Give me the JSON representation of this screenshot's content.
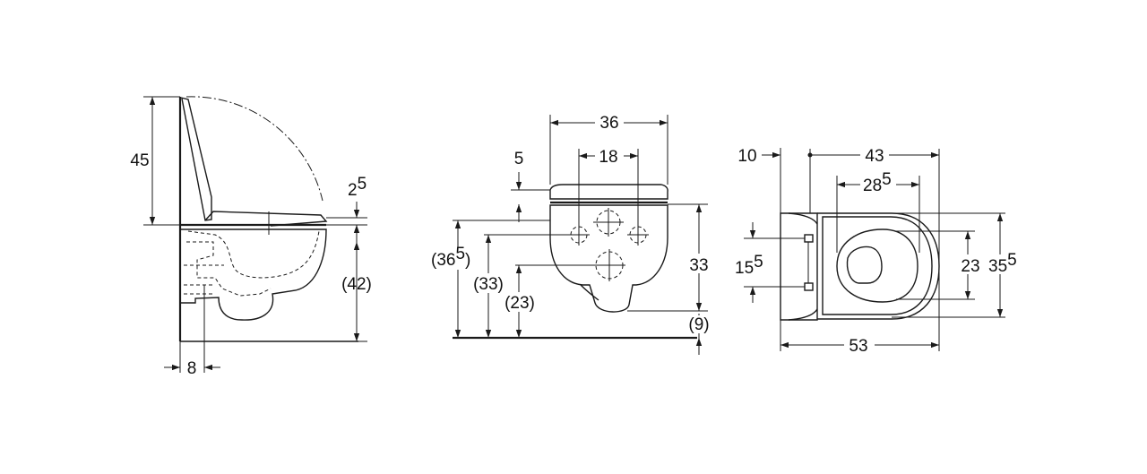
{
  "side_view": {
    "height_45": "45",
    "dim_2": "2",
    "dim_2_sup": "5",
    "height_42": "(42)",
    "offset_8": "8"
  },
  "front_view": {
    "width_36": "36",
    "spacing_18": "18",
    "dim_5": "5",
    "height_33": "33",
    "height_9": "(9)",
    "height_36": "(36",
    "height_36_sup": "5",
    "height_36_close": ")",
    "height_33_paren": "(33)",
    "height_23_paren": "(23)"
  },
  "top_view": {
    "dim_10": "10",
    "width_43": "43",
    "width_28": "28",
    "width_28_sup": "5",
    "dim_15": "15",
    "dim_15_sup": "5",
    "width_23": "23",
    "width_35": "35",
    "width_35_sup": "5",
    "length_53": "53"
  }
}
